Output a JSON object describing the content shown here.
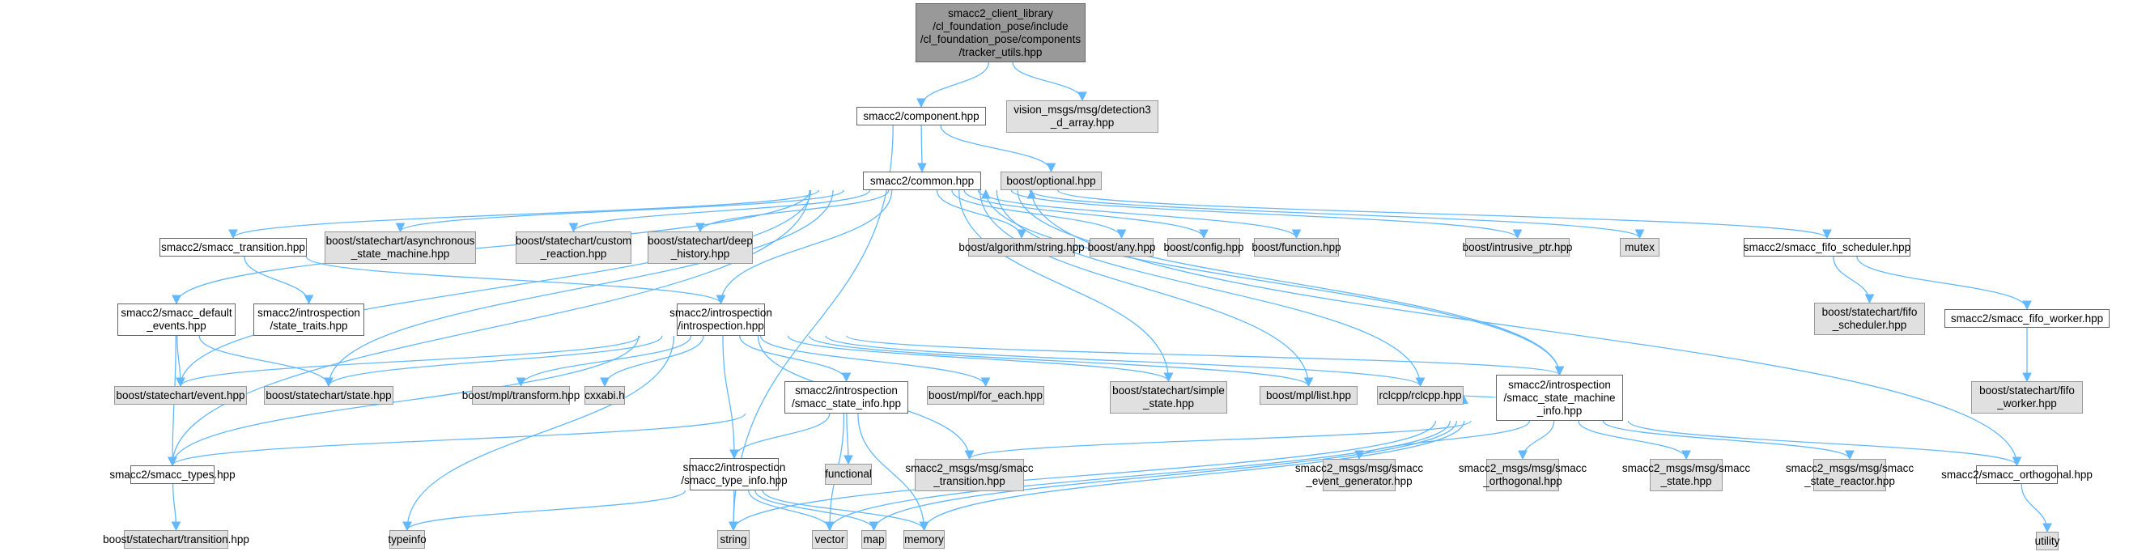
{
  "graph": {
    "kind": "include-dependency-graph",
    "colors": {
      "edge": "#63b8ff",
      "root_fill": "#999999",
      "internal_fill": "#ffffff",
      "external_fill": "#e0e0e0",
      "border": "#999999"
    },
    "nodes": [
      {
        "id": "root",
        "label": "smacc2_client_library\n/cl_foundation_pose/include\n/cl_foundation_pose/components\n/tracker_utils.hpp",
        "kind": "root"
      },
      {
        "id": "component",
        "label": "smacc2/component.hpp",
        "kind": "internal"
      },
      {
        "id": "detection3d",
        "label": "vision_msgs/msg/detection3\n_d_array.hpp",
        "kind": "external"
      },
      {
        "id": "common",
        "label": "smacc2/common.hpp",
        "kind": "internal"
      },
      {
        "id": "optional",
        "label": "boost/optional.hpp",
        "kind": "external"
      },
      {
        "id": "smacc_transition",
        "label": "smacc2/smacc_transition.hpp",
        "kind": "internal"
      },
      {
        "id": "async_sm",
        "label": "boost/statechart/asynchronous\n_state_machine.hpp",
        "kind": "external"
      },
      {
        "id": "custom_reaction",
        "label": "boost/statechart/custom\n_reaction.hpp",
        "kind": "external"
      },
      {
        "id": "deep_history",
        "label": "boost/statechart/deep\n_history.hpp",
        "kind": "external"
      },
      {
        "id": "algo_string",
        "label": "boost/algorithm/string.hpp",
        "kind": "external"
      },
      {
        "id": "any",
        "label": "boost/any.hpp",
        "kind": "external"
      },
      {
        "id": "config",
        "label": "boost/config.hpp",
        "kind": "external"
      },
      {
        "id": "function",
        "label": "boost/function.hpp",
        "kind": "external"
      },
      {
        "id": "intrusive_ptr",
        "label": "boost/intrusive_ptr.hpp",
        "kind": "external"
      },
      {
        "id": "mutex",
        "label": "mutex",
        "kind": "external"
      },
      {
        "id": "fifo_scheduler",
        "label": "smacc2/smacc_fifo_scheduler.hpp",
        "kind": "internal"
      },
      {
        "id": "sc_fifo_scheduler",
        "label": "boost/statechart/fifo\n_scheduler.hpp",
        "kind": "external"
      },
      {
        "id": "fifo_worker",
        "label": "smacc2/smacc_fifo_worker.hpp",
        "kind": "internal"
      },
      {
        "id": "sc_fifo_worker",
        "label": "boost/statechart/fifo\n_worker.hpp",
        "kind": "external"
      },
      {
        "id": "default_events",
        "label": "smacc2/smacc_default\n_events.hpp",
        "kind": "internal"
      },
      {
        "id": "state_traits",
        "label": "smacc2/introspection\n/state_traits.hpp",
        "kind": "internal"
      },
      {
        "id": "introspection",
        "label": "smacc2/introspection\n/introspection.hpp",
        "kind": "internal"
      },
      {
        "id": "event",
        "label": "boost/statechart/event.hpp",
        "kind": "external"
      },
      {
        "id": "state",
        "label": "boost/statechart/state.hpp",
        "kind": "external"
      },
      {
        "id": "mpl_transform",
        "label": "boost/mpl/transform.hpp",
        "kind": "external"
      },
      {
        "id": "cxxabi",
        "label": "cxxabi.h",
        "kind": "external"
      },
      {
        "id": "state_info",
        "label": "smacc2/introspection\n/smacc_state_info.hpp",
        "kind": "internal"
      },
      {
        "id": "for_each",
        "label": "boost/mpl/for_each.hpp",
        "kind": "external"
      },
      {
        "id": "simple_state",
        "label": "boost/statechart/simple\n_state.hpp",
        "kind": "external"
      },
      {
        "id": "mpl_list",
        "label": "boost/mpl/list.hpp",
        "kind": "external"
      },
      {
        "id": "rclcpp",
        "label": "rclcpp/rclcpp.hpp",
        "kind": "external"
      },
      {
        "id": "sm_info",
        "label": "smacc2/introspection\n/smacc_state_machine\n_info.hpp",
        "kind": "internal"
      },
      {
        "id": "smacc_types",
        "label": "smacc2/smacc_types.hpp",
        "kind": "internal"
      },
      {
        "id": "functional",
        "label": "functional",
        "kind": "external"
      },
      {
        "id": "type_info",
        "label": "smacc2/introspection\n/smacc_type_info.hpp",
        "kind": "internal"
      },
      {
        "id": "msg_transition",
        "label": "smacc2_msgs/msg/smacc\n_transition.hpp",
        "kind": "external"
      },
      {
        "id": "msg_event_gen",
        "label": "smacc2_msgs/msg/smacc\n_event_generator.hpp",
        "kind": "external"
      },
      {
        "id": "msg_orthogonal",
        "label": "smacc2_msgs/msg/smacc\n_orthogonal.hpp",
        "kind": "external"
      },
      {
        "id": "msg_state",
        "label": "smacc2_msgs/msg/smacc\n_state.hpp",
        "kind": "external"
      },
      {
        "id": "msg_state_reactor",
        "label": "smacc2_msgs/msg/smacc\n_state_reactor.hpp",
        "kind": "external"
      },
      {
        "id": "orthogonal",
        "label": "smacc2/smacc_orthogonal.hpp",
        "kind": "internal"
      },
      {
        "id": "sc_transition",
        "label": "boost/statechart/transition.hpp",
        "kind": "external"
      },
      {
        "id": "typeinfo",
        "label": "typeinfo",
        "kind": "external"
      },
      {
        "id": "string",
        "label": "string",
        "kind": "external"
      },
      {
        "id": "vector",
        "label": "vector",
        "kind": "external"
      },
      {
        "id": "map",
        "label": "map",
        "kind": "external"
      },
      {
        "id": "memory",
        "label": "memory",
        "kind": "external"
      },
      {
        "id": "utility",
        "label": "utility",
        "kind": "external"
      }
    ],
    "edges": [
      [
        "root",
        "component"
      ],
      [
        "root",
        "detection3d"
      ],
      [
        "component",
        "common"
      ],
      [
        "component",
        "optional"
      ],
      [
        "component",
        "string"
      ],
      [
        "common",
        "smacc_transition"
      ],
      [
        "common",
        "async_sm"
      ],
      [
        "common",
        "custom_reaction"
      ],
      [
        "common",
        "deep_history"
      ],
      [
        "common",
        "algo_string"
      ],
      [
        "common",
        "any"
      ],
      [
        "common",
        "config"
      ],
      [
        "common",
        "function"
      ],
      [
        "common",
        "intrusive_ptr"
      ],
      [
        "common",
        "mutex"
      ],
      [
        "common",
        "fifo_scheduler"
      ],
      [
        "common",
        "default_events"
      ],
      [
        "common",
        "event"
      ],
      [
        "common",
        "state"
      ],
      [
        "common",
        "introspection"
      ],
      [
        "common",
        "simple_state"
      ],
      [
        "common",
        "mpl_list"
      ],
      [
        "common",
        "rclcpp"
      ],
      [
        "common",
        "smacc_types"
      ],
      [
        "common",
        "sm_info"
      ],
      [
        "smacc_transition",
        "state_traits"
      ],
      [
        "smacc_transition",
        "introspection"
      ],
      [
        "fifo_scheduler",
        "sc_fifo_scheduler"
      ],
      [
        "fifo_scheduler",
        "fifo_worker"
      ],
      [
        "fifo_worker",
        "sc_fifo_worker"
      ],
      [
        "default_events",
        "event"
      ],
      [
        "default_events",
        "state"
      ],
      [
        "default_events",
        "smacc_types"
      ],
      [
        "introspection",
        "event"
      ],
      [
        "introspection",
        "state"
      ],
      [
        "introspection",
        "mpl_transform"
      ],
      [
        "introspection",
        "cxxabi"
      ],
      [
        "introspection",
        "state_info"
      ],
      [
        "introspection",
        "for_each"
      ],
      [
        "introspection",
        "simple_state"
      ],
      [
        "introspection",
        "mpl_list"
      ],
      [
        "introspection",
        "rclcpp"
      ],
      [
        "introspection",
        "sm_info"
      ],
      [
        "introspection",
        "smacc_types"
      ],
      [
        "introspection",
        "type_info"
      ],
      [
        "introspection",
        "typeinfo"
      ],
      [
        "introspection",
        "msg_transition"
      ],
      [
        "state_info",
        "smacc_types"
      ],
      [
        "state_info",
        "type_info"
      ],
      [
        "state_info",
        "functional"
      ],
      [
        "state_info",
        "vector"
      ],
      [
        "state_info",
        "memory"
      ],
      [
        "sm_info",
        "common"
      ],
      [
        "sm_info",
        "rclcpp"
      ],
      [
        "sm_info",
        "msg_transition"
      ],
      [
        "sm_info",
        "msg_event_gen"
      ],
      [
        "sm_info",
        "msg_orthogonal"
      ],
      [
        "sm_info",
        "msg_state"
      ],
      [
        "sm_info",
        "msg_state_reactor"
      ],
      [
        "sm_info",
        "orthogonal"
      ],
      [
        "sm_info",
        "string"
      ],
      [
        "sm_info",
        "vector"
      ],
      [
        "sm_info",
        "map"
      ],
      [
        "sm_info",
        "memory"
      ],
      [
        "orthogonal",
        "common"
      ],
      [
        "orthogonal",
        "utility"
      ],
      [
        "smacc_types",
        "sc_transition"
      ],
      [
        "type_info",
        "typeinfo"
      ],
      [
        "type_info",
        "string"
      ],
      [
        "type_info",
        "vector"
      ],
      [
        "type_info",
        "map"
      ],
      [
        "type_info",
        "memory"
      ]
    ]
  }
}
